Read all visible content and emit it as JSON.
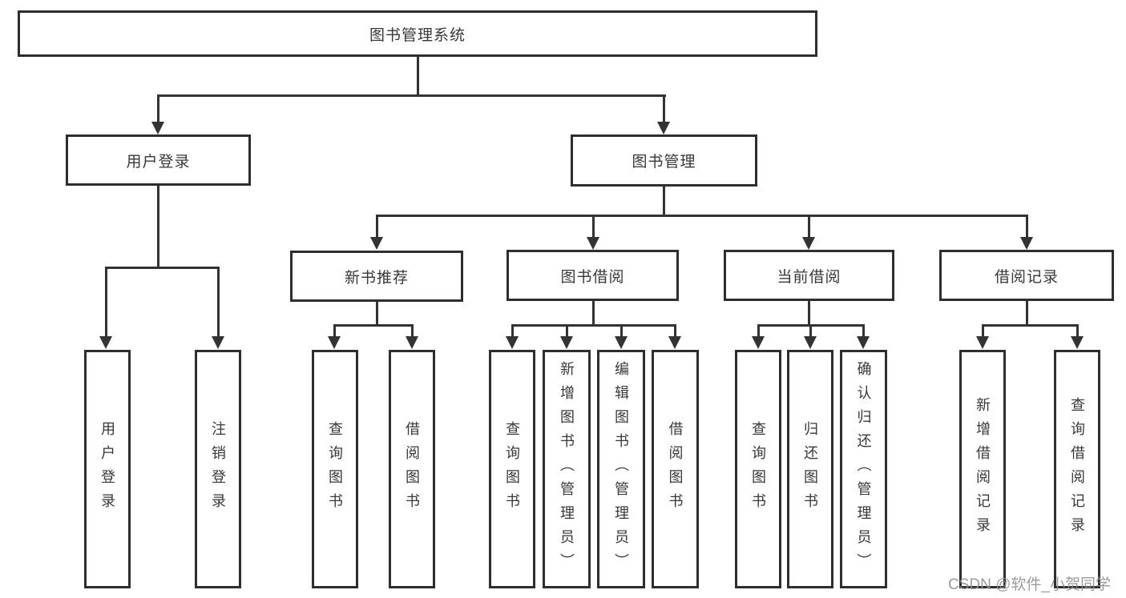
{
  "tree": {
    "label": "图书管理系统",
    "children": [
      {
        "label": "用户登录",
        "children": [
          {
            "label": "用户登录"
          },
          {
            "label": "注销登录"
          }
        ]
      },
      {
        "label": "图书管理",
        "children": [
          {
            "label": "新书推荐",
            "children": [
              {
                "label": "查询图书"
              },
              {
                "label": "借阅图书"
              }
            ]
          },
          {
            "label": "图书借阅",
            "children": [
              {
                "label": "查询图书"
              },
              {
                "label": "新增图书（管理员）"
              },
              {
                "label": "编辑图书（管理员）"
              },
              {
                "label": "借阅图书"
              }
            ]
          },
          {
            "label": "当前借阅",
            "children": [
              {
                "label": "查询图书"
              },
              {
                "label": "归还图书"
              },
              {
                "label": "确认归还（管理员）"
              }
            ]
          },
          {
            "label": "借阅记录",
            "children": [
              {
                "label": "新增借阅记录"
              },
              {
                "label": "查询借阅记录"
              }
            ]
          }
        ]
      }
    ]
  },
  "watermark": "CSDN @软件_小贺同学",
  "colors": {
    "line": "#333333",
    "border": "#2e2e2e",
    "text": "#383838",
    "watermark": "#949494",
    "background": "#ffffff"
  }
}
